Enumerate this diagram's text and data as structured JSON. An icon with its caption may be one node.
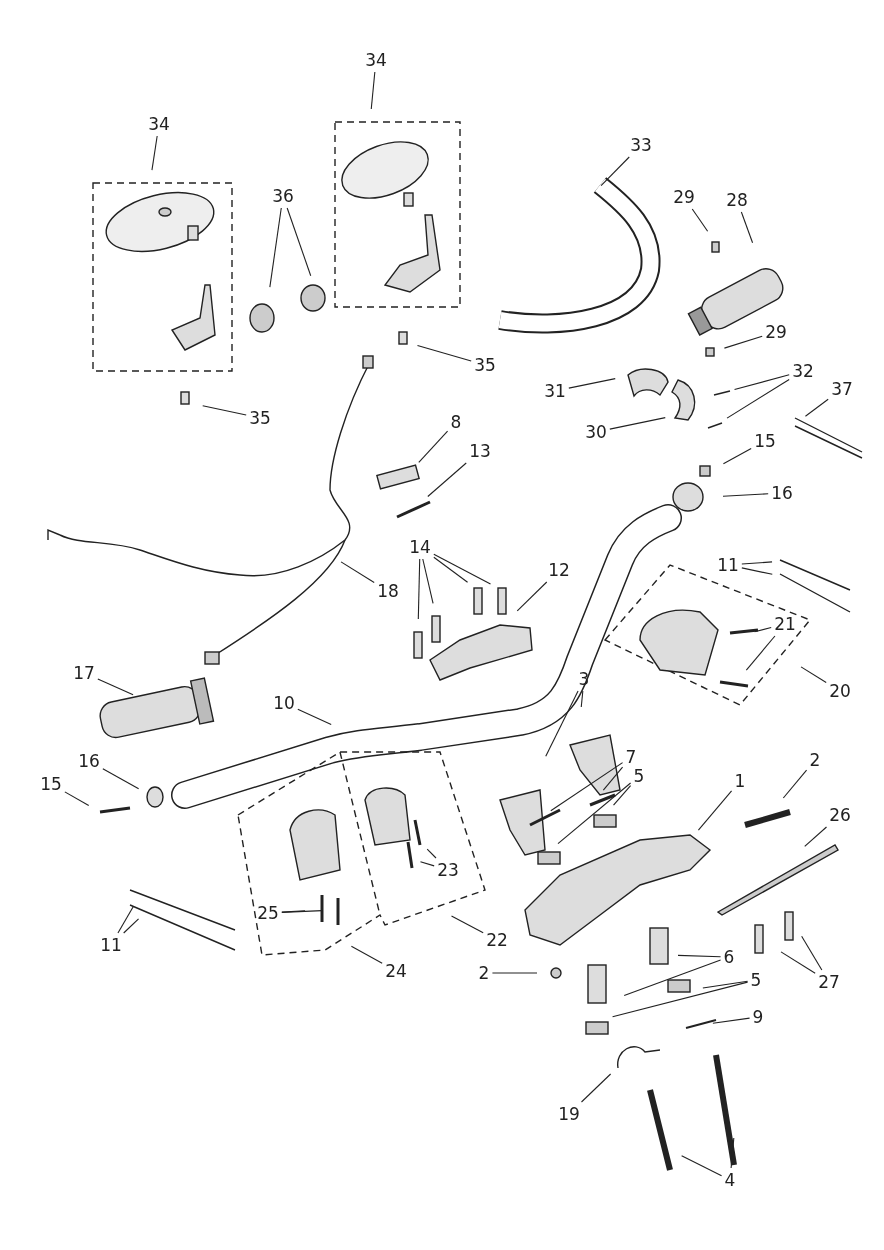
{
  "diagram": {
    "nodes": [
      {
        "text": [
          "34"
        ]
      },
      {
        "text": [
          "34"
        ]
      },
      {
        "text": [
          "33"
        ]
      },
      {
        "text": [
          "28"
        ]
      },
      {
        "text": [
          "36"
        ]
      },
      {
        "text": [
          "29"
        ]
      },
      {
        "text": [
          "29"
        ]
      },
      {
        "text": [
          "35"
        ]
      },
      {
        "text": [
          "32"
        ]
      },
      {
        "text": [
          "37"
        ]
      },
      {
        "text": [
          "31"
        ]
      },
      {
        "text": [
          "30"
        ]
      },
      {
        "text": [
          "35"
        ]
      },
      {
        "text": [
          "8"
        ]
      },
      {
        "text": [
          "13"
        ]
      },
      {
        "text": [
          "15"
        ]
      },
      {
        "text": [
          "16"
        ]
      },
      {
        "text": [
          "14"
        ]
      },
      {
        "text": [
          "12"
        ]
      },
      {
        "text": [
          "11"
        ]
      },
      {
        "text": [
          "18"
        ]
      },
      {
        "text": [
          "21"
        ]
      },
      {
        "text": [
          "17"
        ]
      },
      {
        "text": [
          "3"
        ]
      },
      {
        "text": [
          "20"
        ]
      },
      {
        "text": [
          "10"
        ]
      },
      {
        "text": [
          "16"
        ]
      },
      {
        "text": [
          "7"
        ]
      },
      {
        "text": [
          "2"
        ]
      },
      {
        "text": [
          "15"
        ]
      },
      {
        "text": [
          "5"
        ]
      },
      {
        "text": [
          "1"
        ]
      },
      {
        "text": [
          "26"
        ]
      },
      {
        "text": [
          "23"
        ]
      },
      {
        "text": [
          "25"
        ]
      },
      {
        "text": [
          "11"
        ]
      },
      {
        "text": [
          "22"
        ]
      },
      {
        "text": [
          "6"
        ]
      },
      {
        "text": [
          "24"
        ]
      },
      {
        "text": [
          "2"
        ]
      },
      {
        "text": [
          "5"
        ]
      },
      {
        "text": [
          "27"
        ]
      },
      {
        "text": [
          "9"
        ]
      },
      {
        "text": [
          "19"
        ]
      },
      {
        "text": [
          "4"
        ]
      }
    ],
    "edges": [
      {
        "from": 0,
        "to": null,
        "arrow": "none"
      },
      {
        "from": 1,
        "to": null,
        "arrow": "none"
      },
      {
        "from": 2,
        "to": null,
        "arrow": "none"
      },
      {
        "from": 3,
        "to": null,
        "arrow": "none"
      },
      {
        "from": 4,
        "to": null,
        "arrow": "none"
      },
      {
        "from": 4,
        "to": null,
        "arrow": "none"
      },
      {
        "from": 5,
        "to": null,
        "arrow": "none"
      },
      {
        "from": 6,
        "to": null,
        "arrow": "none"
      },
      {
        "from": 7,
        "to": null,
        "arrow": "none"
      },
      {
        "from": 8,
        "to": null,
        "arrow": "none"
      },
      {
        "from": 8,
        "to": null,
        "arrow": "none"
      },
      {
        "from": 9,
        "to": null,
        "arrow": "none"
      },
      {
        "from": 10,
        "to": null,
        "arrow": "none"
      },
      {
        "from": 11,
        "to": null,
        "arrow": "none"
      },
      {
        "from": 12,
        "to": null,
        "arrow": "none"
      },
      {
        "from": 13,
        "to": null,
        "arrow": "none"
      },
      {
        "from": 14,
        "to": null,
        "arrow": "none"
      },
      {
        "from": 15,
        "to": null,
        "arrow": "none"
      },
      {
        "from": 16,
        "to": null,
        "arrow": "none"
      },
      {
        "from": 17,
        "to": null,
        "arrow": "none"
      },
      {
        "from": 17,
        "to": null,
        "arrow": "none"
      },
      {
        "from": 17,
        "to": null,
        "arrow": "none"
      },
      {
        "from": 17,
        "to": null,
        "arrow": "none"
      },
      {
        "from": 18,
        "to": null,
        "arrow": "none"
      },
      {
        "from": 19,
        "to": null,
        "arrow": "none"
      },
      {
        "from": 19,
        "to": null,
        "arrow": "none"
      },
      {
        "from": 20,
        "to": null,
        "arrow": "none"
      },
      {
        "from": 21,
        "to": null,
        "arrow": "none"
      },
      {
        "from": 21,
        "to": null,
        "arrow": "none"
      },
      {
        "from": 22,
        "to": null,
        "arrow": "none"
      },
      {
        "from": 23,
        "to": null,
        "arrow": "none"
      },
      {
        "from": 23,
        "to": null,
        "arrow": "none"
      },
      {
        "from": 24,
        "to": null,
        "arrow": "none"
      },
      {
        "from": 25,
        "to": null,
        "arrow": "none"
      },
      {
        "from": 26,
        "to": null,
        "arrow": "none"
      },
      {
        "from": 27,
        "to": null,
        "arrow": "none"
      },
      {
        "from": 27,
        "to": null,
        "arrow": "none"
      },
      {
        "from": 28,
        "to": null,
        "arrow": "none"
      },
      {
        "from": 29,
        "to": null,
        "arrow": "none"
      },
      {
        "from": 30,
        "to": null,
        "arrow": "none"
      },
      {
        "from": 30,
        "to": null,
        "arrow": "none"
      },
      {
        "from": 31,
        "to": null,
        "arrow": "none"
      },
      {
        "from": 32,
        "to": null,
        "arrow": "none"
      },
      {
        "from": 33,
        "to": null,
        "arrow": "none"
      },
      {
        "from": 33,
        "to": null,
        "arrow": "none"
      },
      {
        "from": 34,
        "to": null,
        "arrow": "none"
      },
      {
        "from": 34,
        "to": null,
        "arrow": "none"
      },
      {
        "from": 35,
        "to": null,
        "arrow": "none"
      },
      {
        "from": 35,
        "to": null,
        "arrow": "none"
      },
      {
        "from": 36,
        "to": null,
        "arrow": "none"
      },
      {
        "from": 37,
        "to": null,
        "arrow": "none"
      },
      {
        "from": 37,
        "to": null,
        "arrow": "none"
      },
      {
        "from": 38,
        "to": null,
        "arrow": "none"
      },
      {
        "from": 39,
        "to": null,
        "arrow": "none"
      },
      {
        "from": 40,
        "to": null,
        "arrow": "none"
      },
      {
        "from": 40,
        "to": null,
        "arrow": "none"
      },
      {
        "from": 41,
        "to": null,
        "arrow": "none"
      },
      {
        "from": 41,
        "to": null,
        "arrow": "none"
      },
      {
        "from": 42,
        "to": null,
        "arrow": "none"
      },
      {
        "from": 43,
        "to": null,
        "arrow": "none"
      },
      {
        "from": 44,
        "to": null,
        "arrow": "none"
      },
      {
        "from": 44,
        "to": null,
        "arrow": "none"
      }
    ]
  }
}
